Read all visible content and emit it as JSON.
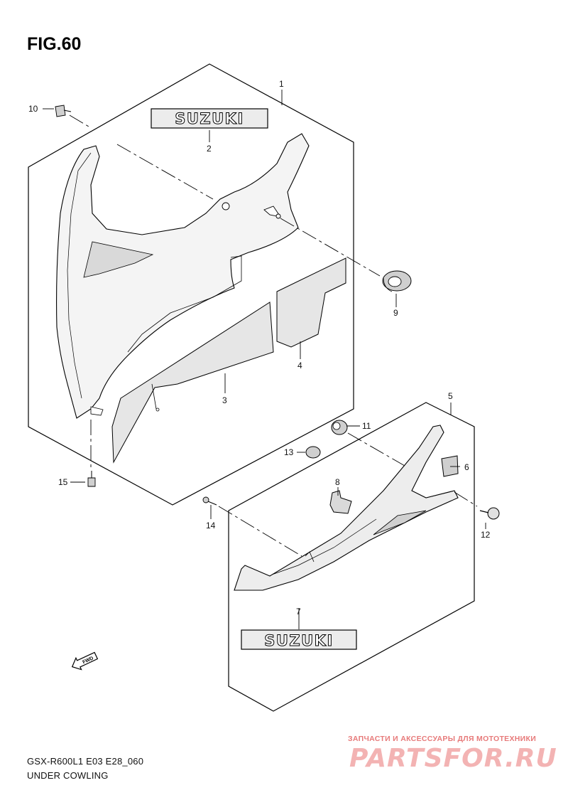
{
  "figure": {
    "title": "FIG.60",
    "model_code": "GSX-R600L1 E03 E28_060",
    "section_name": "UNDER COWLING"
  },
  "emblems": {
    "upper_logo_text": "SUZUKI",
    "lower_logo_text": "SUZUKI",
    "fwd_label": "FWD"
  },
  "callouts": [
    {
      "num": "1"
    },
    {
      "num": "2"
    },
    {
      "num": "3"
    },
    {
      "num": "4"
    },
    {
      "num": "5"
    },
    {
      "num": "6"
    },
    {
      "num": "7"
    },
    {
      "num": "8"
    },
    {
      "num": "9"
    },
    {
      "num": "10"
    },
    {
      "num": "11"
    },
    {
      "num": "12"
    },
    {
      "num": "13"
    },
    {
      "num": "14"
    },
    {
      "num": "15"
    }
  ],
  "watermark": {
    "tagline": "ЗАПЧАСТИ И АКСЕССУАРЫ ДЛЯ МОТОТЕХНИКИ",
    "logo": "PARTSFOR.RU",
    "color": "#e77a7a"
  }
}
